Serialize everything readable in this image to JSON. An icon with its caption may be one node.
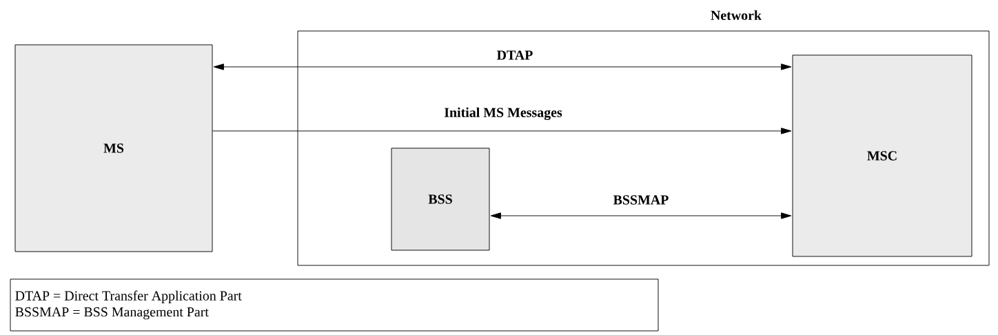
{
  "diagram": {
    "nodes": [
      {
        "text": [
          "Network"
        ]
      },
      {
        "text": [
          "MS"
        ]
      },
      {
        "text": [
          "BSS"
        ],
        "in": 0
      },
      {
        "text": [
          "MSC"
        ],
        "in": 0
      },
      {
        "text": [
          "DTAP = Direct Transfer Application Part",
          "BSSMAP = BSS Management Part"
        ]
      }
    ],
    "edges": [
      {
        "from": 1,
        "to": 3,
        "arrow": "both",
        "label": "DTAP"
      },
      {
        "from": 1,
        "to": 3,
        "arrow": "to",
        "label": "Initial MS Messages"
      },
      {
        "from": 2,
        "to": 3,
        "arrow": "both",
        "label": "BSSMAP"
      }
    ]
  }
}
